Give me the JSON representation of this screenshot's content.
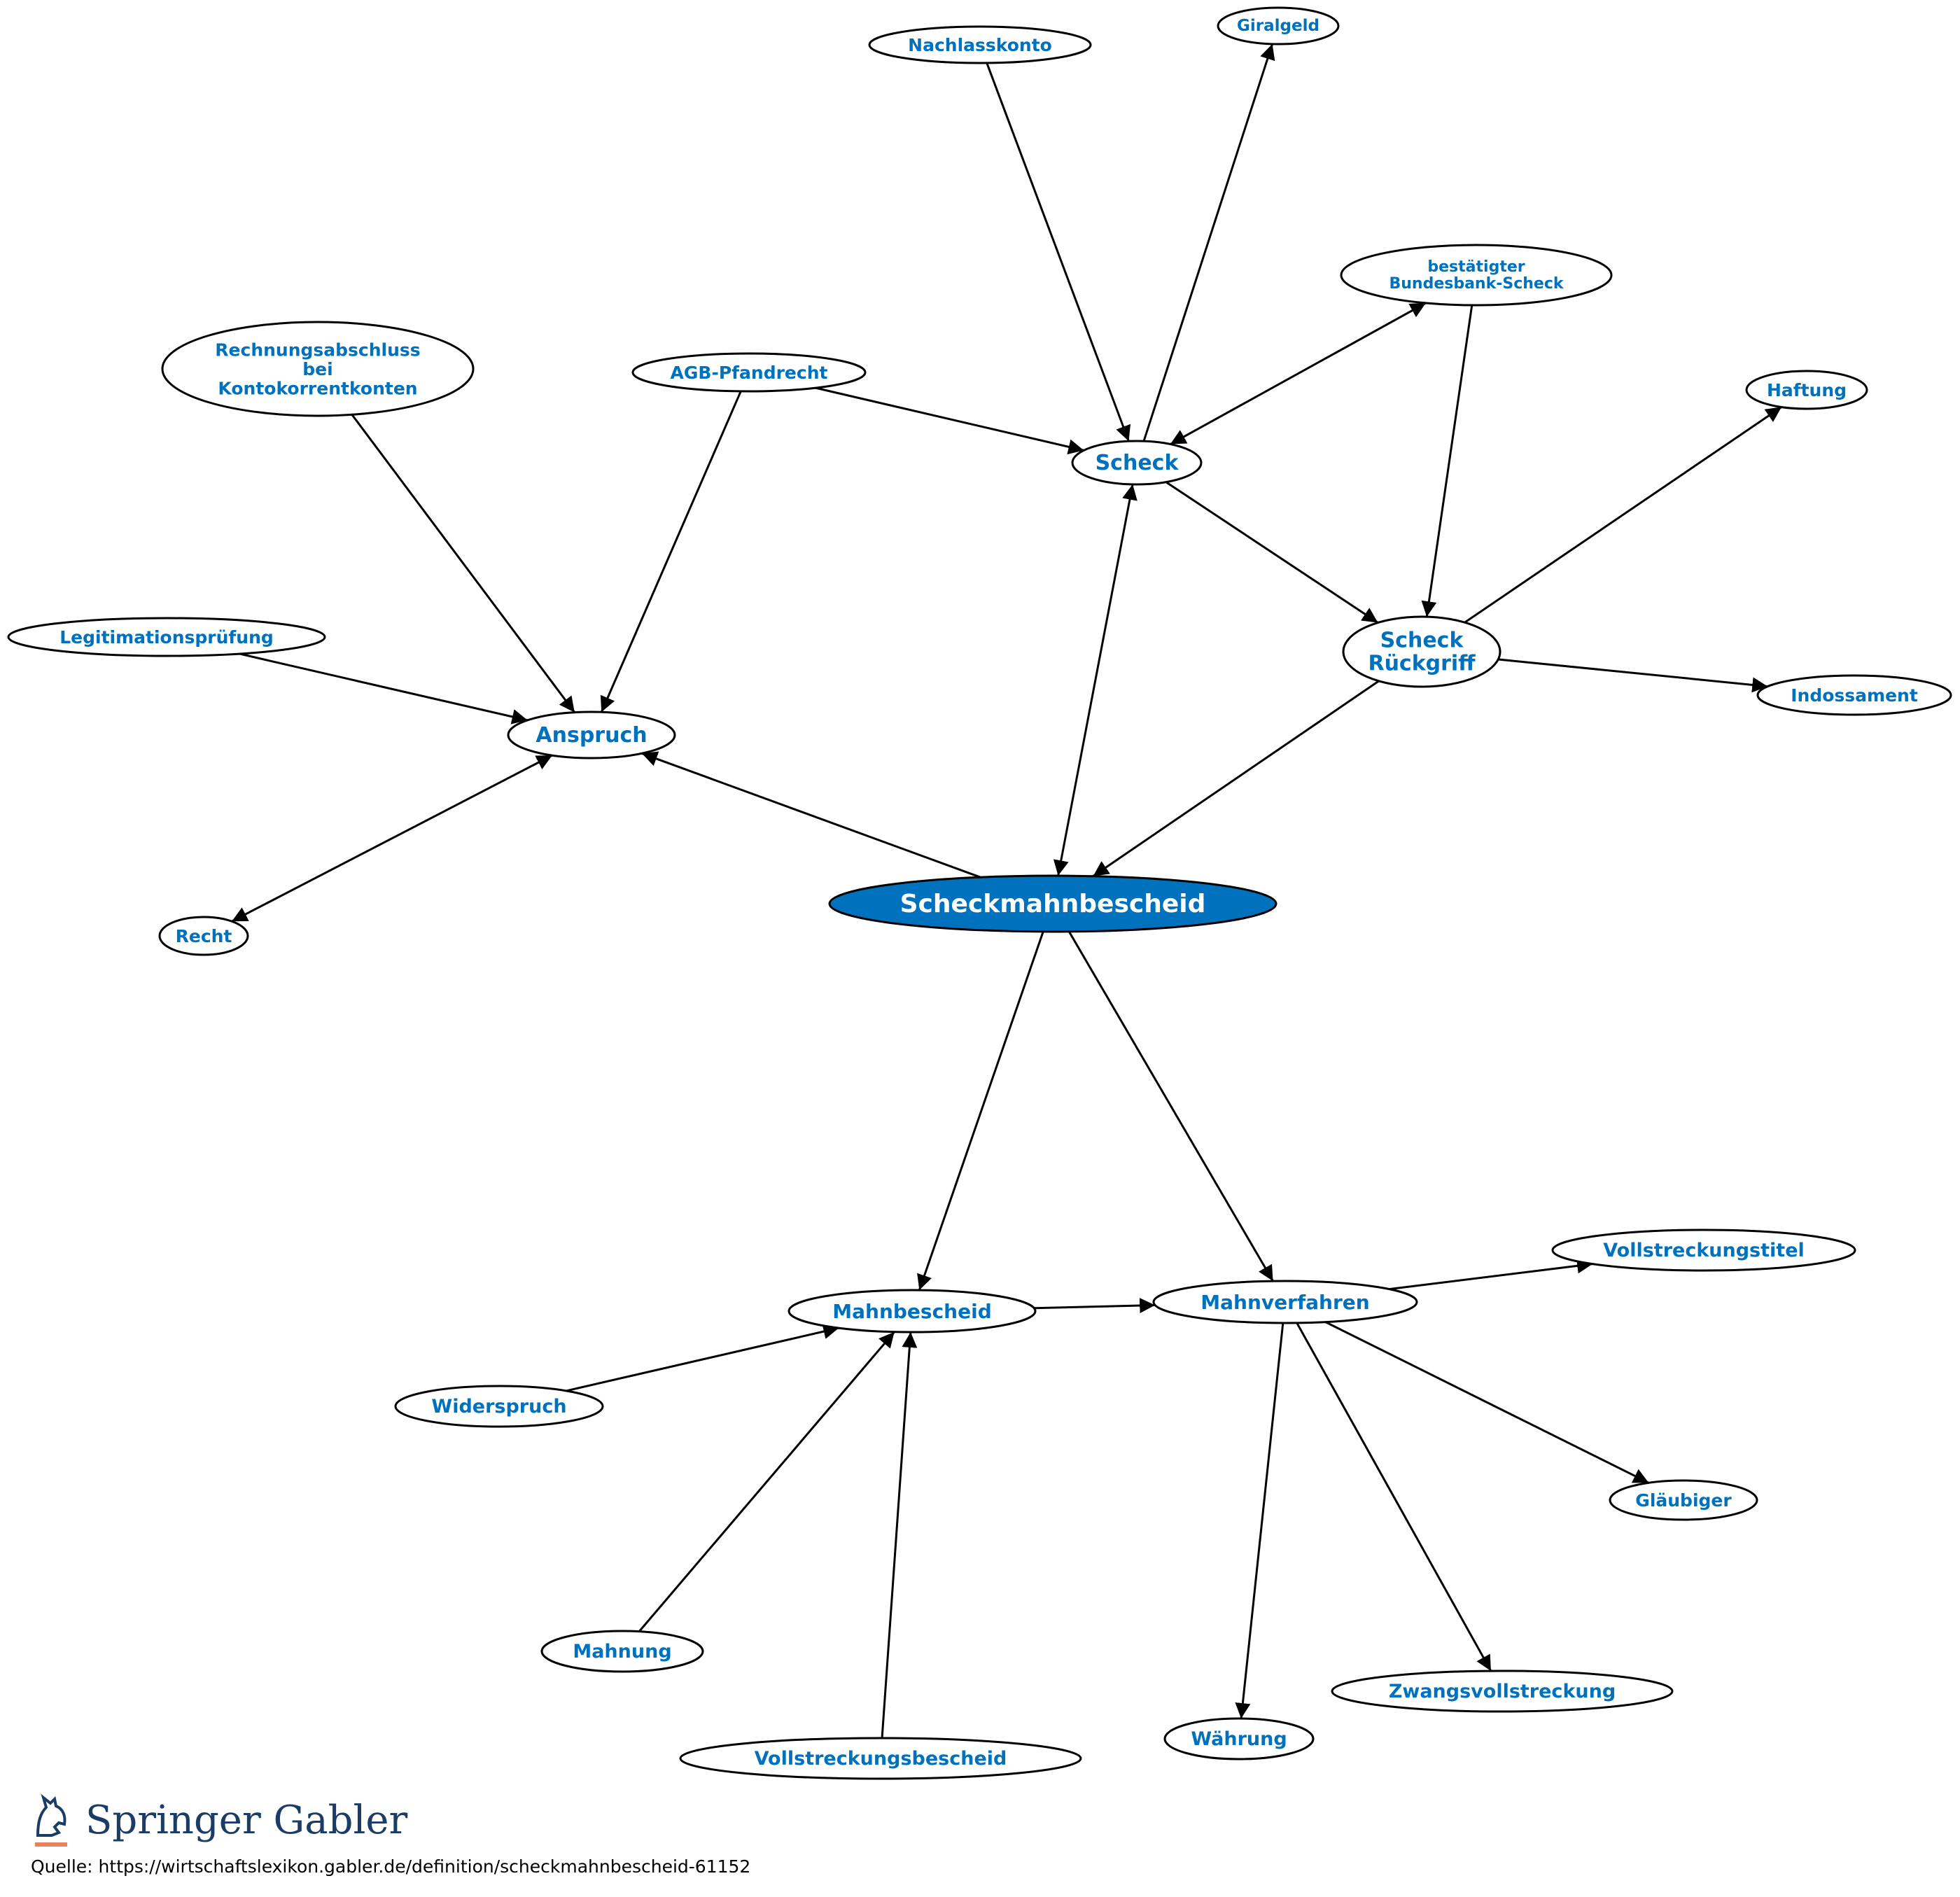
{
  "colors": {
    "node_text": "#0071bc",
    "center_fill": "#0071bc",
    "center_text": "#ffffff",
    "edge": "#000000",
    "brand": "#1b3c66",
    "brand_accent": "#e8825a"
  },
  "nodes": [
    {
      "id": "scheckmahnbescheid",
      "label": "Scheckmahnbescheid",
      "center": true
    },
    {
      "id": "nachlasskonto",
      "label": "Nachlasskonto"
    },
    {
      "id": "giralgeld",
      "label": "Giralgeld"
    },
    {
      "id": "bundesbank",
      "label": "bestätigter\nBundesbank-Scheck"
    },
    {
      "id": "rechnungsabschluss",
      "label": "Rechnungsabschluss\nbei\nKontokorrentkonten"
    },
    {
      "id": "agb",
      "label": "AGB-Pfandrecht"
    },
    {
      "id": "scheck",
      "label": "Scheck"
    },
    {
      "id": "haftung",
      "label": "Haftung"
    },
    {
      "id": "legitimation",
      "label": "Legitimationsprüfung"
    },
    {
      "id": "rueckgriff",
      "label": "Scheck\nRückgriff"
    },
    {
      "id": "indossament",
      "label": "Indossament"
    },
    {
      "id": "anspruch",
      "label": "Anspruch"
    },
    {
      "id": "recht",
      "label": "Recht"
    },
    {
      "id": "vollstreckungstitel",
      "label": "Vollstreckungstitel"
    },
    {
      "id": "mahnbescheid",
      "label": "Mahnbescheid"
    },
    {
      "id": "mahnverfahren",
      "label": "Mahnverfahren"
    },
    {
      "id": "widerspruch",
      "label": "Widerspruch"
    },
    {
      "id": "glaeubiger",
      "label": "Gläubiger"
    },
    {
      "id": "mahnung",
      "label": "Mahnung"
    },
    {
      "id": "zwangsvollstreckung",
      "label": "Zwangsvollstreckung"
    },
    {
      "id": "waehrung",
      "label": "Währung"
    },
    {
      "id": "vollstreckungsbescheid",
      "label": "Vollstreckungsbescheid"
    }
  ],
  "edges": [
    {
      "from": "nachlasskonto",
      "to": "scheck"
    },
    {
      "from": "scheck",
      "to": "giralgeld"
    },
    {
      "from": "bundesbank",
      "to": "scheck",
      "both": true
    },
    {
      "from": "bundesbank",
      "to": "rueckgriff"
    },
    {
      "from": "agb",
      "to": "scheck"
    },
    {
      "from": "agb",
      "to": "anspruch"
    },
    {
      "from": "rechnungsabschluss",
      "to": "anspruch"
    },
    {
      "from": "legitimation",
      "to": "anspruch"
    },
    {
      "from": "anspruch",
      "to": "recht",
      "both": true
    },
    {
      "from": "scheck",
      "to": "rueckgriff"
    },
    {
      "from": "rueckgriff",
      "to": "haftung"
    },
    {
      "from": "rueckgriff",
      "to": "indossament"
    },
    {
      "from": "rueckgriff",
      "to": "scheckmahnbescheid"
    },
    {
      "from": "scheckmahnbescheid",
      "to": "scheck",
      "both": true
    },
    {
      "from": "scheckmahnbescheid",
      "to": "anspruch"
    },
    {
      "from": "scheckmahnbescheid",
      "to": "mahnbescheid"
    },
    {
      "from": "scheckmahnbescheid",
      "to": "mahnverfahren"
    },
    {
      "from": "mahnbescheid",
      "to": "mahnverfahren"
    },
    {
      "from": "widerspruch",
      "to": "mahnbescheid"
    },
    {
      "from": "mahnung",
      "to": "mahnbescheid"
    },
    {
      "from": "vollstreckungsbescheid",
      "to": "mahnbescheid"
    },
    {
      "from": "mahnverfahren",
      "to": "vollstreckungstitel"
    },
    {
      "from": "mahnverfahren",
      "to": "glaeubiger"
    },
    {
      "from": "mahnverfahren",
      "to": "zwangsvollstreckung"
    },
    {
      "from": "mahnverfahren",
      "to": "waehrung"
    }
  ],
  "brand": {
    "springer": "Springer",
    "gabler": "Gabler"
  },
  "source": "Quelle: https://wirtschaftslexikon.gabler.de/definition/scheckmahnbescheid-61152"
}
